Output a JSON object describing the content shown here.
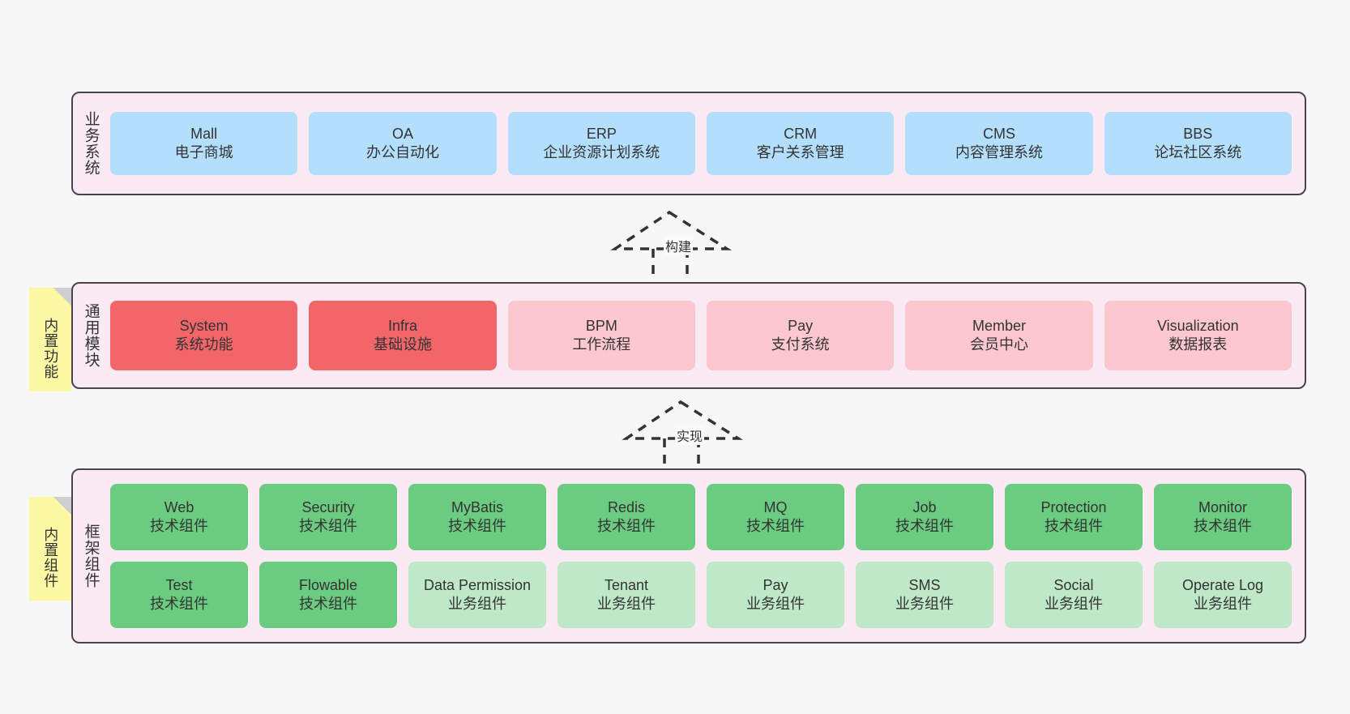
{
  "diagram": {
    "background": "#f7f7f7",
    "palette": {
      "layer_fill": "#faeaf4",
      "layer_border": "#4a4452",
      "blue": "#b3dffc",
      "red": "#f2666a",
      "pink": "#fcc7ce",
      "green": "#6bcb80",
      "green_light": "#bfe8c8",
      "note": "#fbf7a2"
    }
  },
  "layers": {
    "business": {
      "label": "业务系统",
      "items": [
        {
          "name": "Mall",
          "desc": "电子商城"
        },
        {
          "name": "OA",
          "desc": "办公自动化"
        },
        {
          "name": "ERP",
          "desc": "企业资源计划系统"
        },
        {
          "name": "CRM",
          "desc": "客户关系管理"
        },
        {
          "name": "CMS",
          "desc": "内容管理系统"
        },
        {
          "name": "BBS",
          "desc": "论坛社区系统"
        }
      ]
    },
    "common": {
      "label": "通用模块",
      "note": "内置功能",
      "items": [
        {
          "name": "System",
          "desc": "系统功能",
          "tone": "red"
        },
        {
          "name": "Infra",
          "desc": "基础设施",
          "tone": "red"
        },
        {
          "name": "BPM",
          "desc": "工作流程",
          "tone": "pink"
        },
        {
          "name": "Pay",
          "desc": "支付系统",
          "tone": "pink"
        },
        {
          "name": "Member",
          "desc": "会员中心",
          "tone": "pink"
        },
        {
          "name": "Visualization",
          "desc": "数据报表",
          "tone": "pink"
        }
      ]
    },
    "framework": {
      "label": "框架组件",
      "note": "内置组件",
      "row1": [
        {
          "name": "Web",
          "desc": "技术组件",
          "tone": "green"
        },
        {
          "name": "Security",
          "desc": "技术组件",
          "tone": "green"
        },
        {
          "name": "MyBatis",
          "desc": "技术组件",
          "tone": "green"
        },
        {
          "name": "Redis",
          "desc": "技术组件",
          "tone": "green"
        },
        {
          "name": "MQ",
          "desc": "技术组件",
          "tone": "green"
        },
        {
          "name": "Job",
          "desc": "技术组件",
          "tone": "green"
        },
        {
          "name": "Protection",
          "desc": "技术组件",
          "tone": "green"
        },
        {
          "name": "Monitor",
          "desc": "技术组件",
          "tone": "green"
        }
      ],
      "row2": [
        {
          "name": "Test",
          "desc": "技术组件",
          "tone": "green"
        },
        {
          "name": "Flowable",
          "desc": "技术组件",
          "tone": "green"
        },
        {
          "name": "Data Permission",
          "desc": "业务组件",
          "tone": "green_light"
        },
        {
          "name": "Tenant",
          "desc": "业务组件",
          "tone": "green_light"
        },
        {
          "name": "Pay",
          "desc": "业务组件",
          "tone": "green_light"
        },
        {
          "name": "SMS",
          "desc": "业务组件",
          "tone": "green_light"
        },
        {
          "name": "Social",
          "desc": "业务组件",
          "tone": "green_light"
        },
        {
          "name": "Operate Log",
          "desc": "业务组件",
          "tone": "green_light"
        }
      ]
    }
  },
  "connectors": [
    {
      "id": "build",
      "label": "构建"
    },
    {
      "id": "implement",
      "label": "实现"
    }
  ]
}
